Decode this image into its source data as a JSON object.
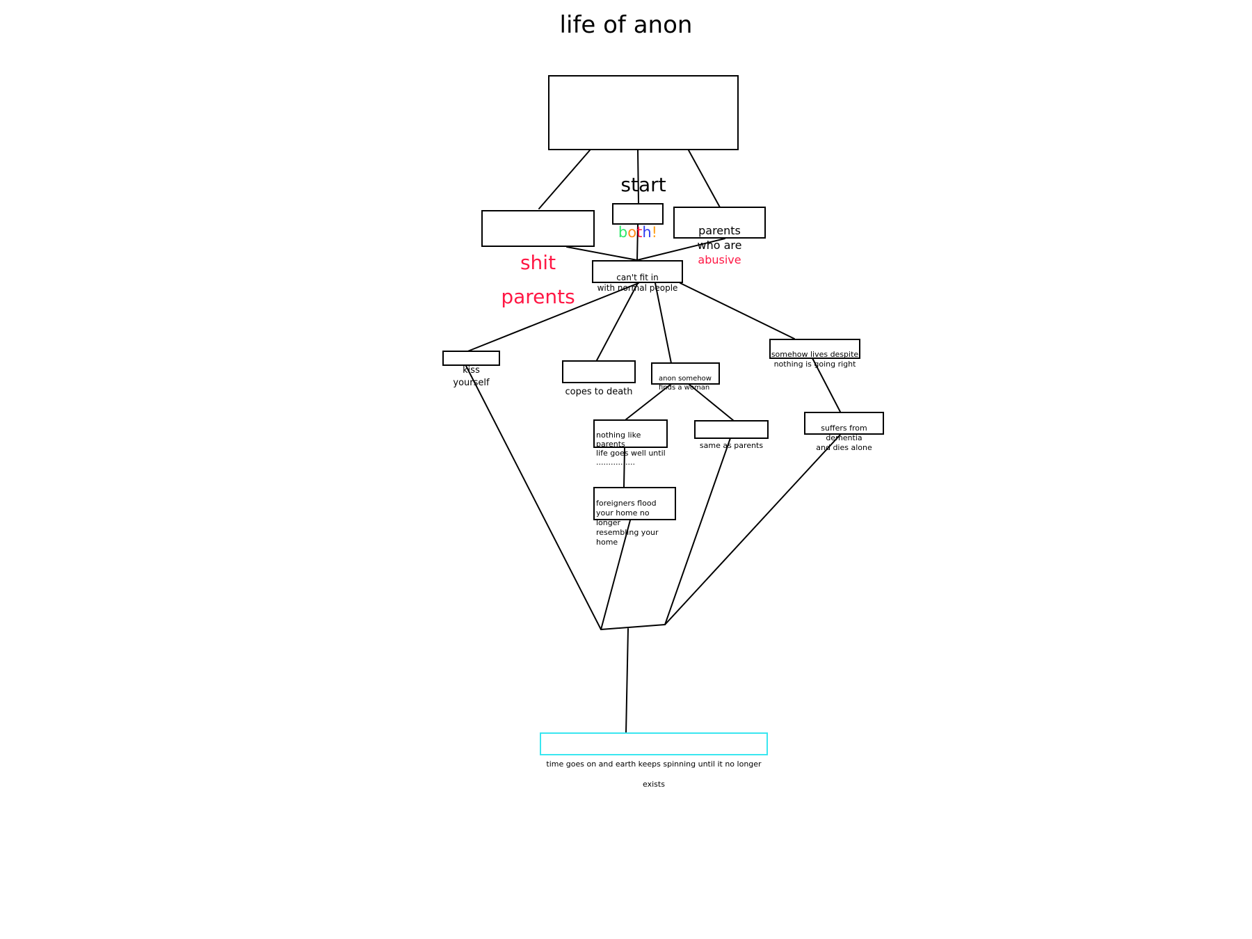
{
  "title": "life of anon",
  "colors": {
    "red_accent": "#ff1744",
    "end_border": "#39e6f0",
    "both_letters": [
      "#2ee86b",
      "#ff8a1a",
      "#ff1744",
      "#2f3cf0",
      "#ff9f1a"
    ]
  },
  "nodes": {
    "start": "start",
    "shit_parents": "shit parents",
    "both_letters": [
      "b",
      "o",
      "t",
      "h",
      "!"
    ],
    "abusive_prefix": "parents\nwho are ",
    "abusive_word": "abusive",
    "cant_fit": "can't fit in\nwith normal people",
    "kiss_yourself": "kiss yourself",
    "copes_to_death": "copes to death",
    "finds_woman": "anon somehow\nfinds a woman",
    "somehow_lives": "somehow lives despite\nnothing is going right",
    "nothing_like_parents": "nothing like parents\nlife goes well until\n................",
    "same_as_parents": "same as parents",
    "dementia": "suffers from dementia\nand dies alone",
    "foreigners": "foreigners flood\nyour home no longer\nresembling your home",
    "end": "time goes on and earth keeps spinning until it no longer exists"
  }
}
